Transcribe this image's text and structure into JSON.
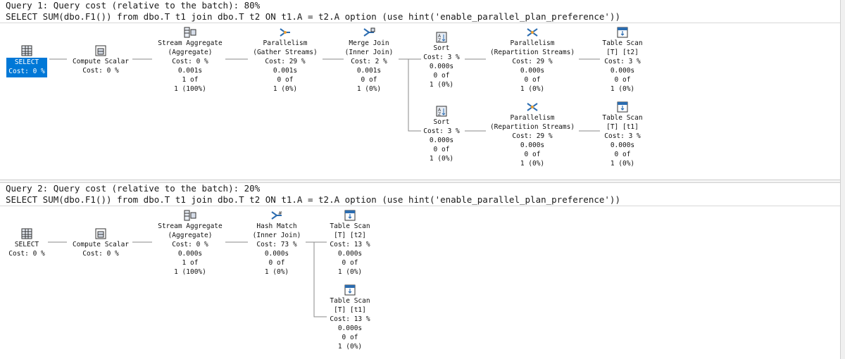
{
  "query1": {
    "header": "Query 1: Query cost (relative to the batch): 80%",
    "sql": "SELECT SUM(dbo.F1()) from dbo.T t1 join dbo.T t2 ON t1.A = t2.A option (use hint('enable_parallel_plan_preference'))",
    "nodes": {
      "select": {
        "lines": [
          "SELECT",
          "Cost: 0 %"
        ],
        "icon": "select-icon"
      },
      "compute": {
        "lines": [
          "Compute Scalar",
          "Cost: 0 %"
        ],
        "icon": "compute-scalar-icon"
      },
      "stream_agg": {
        "lines": [
          "Stream Aggregate",
          "(Aggregate)",
          "Cost: 0 %",
          "0.001s",
          "1 of",
          "1 (100%)"
        ],
        "icon": "stream-aggregate-icon"
      },
      "gather": {
        "lines": [
          "Parallelism",
          "(Gather Streams)",
          "Cost: 29 %",
          "0.001s",
          "0 of",
          "1 (0%)"
        ],
        "icon": "parallelism-icon"
      },
      "merge_join": {
        "lines": [
          "Merge Join",
          "(Inner Join)",
          "Cost: 2 %",
          "0.001s",
          "0 of",
          "1 (0%)"
        ],
        "icon": "merge-join-icon"
      },
      "sort1": {
        "lines": [
          "Sort",
          "Cost: 3 %",
          "0.000s",
          "0 of",
          "1 (0%)"
        ],
        "icon": "sort-icon"
      },
      "repart1": {
        "lines": [
          "Parallelism",
          "(Repartition Streams)",
          "Cost: 29 %",
          "0.000s",
          "0 of",
          "1 (0%)"
        ],
        "icon": "parallelism-icon"
      },
      "scan_t2": {
        "lines": [
          "Table Scan",
          "[T] [t2]",
          "Cost: 3 %",
          "0.000s",
          "0 of",
          "1 (0%)"
        ],
        "icon": "table-scan-icon"
      },
      "sort2": {
        "lines": [
          "Sort",
          "Cost: 3 %",
          "0.000s",
          "0 of",
          "1 (0%)"
        ],
        "icon": "sort-icon"
      },
      "repart2": {
        "lines": [
          "Parallelism",
          "(Repartition Streams)",
          "Cost: 29 %",
          "0.000s",
          "0 of",
          "1 (0%)"
        ],
        "icon": "parallelism-icon"
      },
      "scan_t1": {
        "lines": [
          "Table Scan",
          "[T] [t1]",
          "Cost: 3 %",
          "0.000s",
          "0 of",
          "1 (0%)"
        ],
        "icon": "table-scan-icon"
      }
    }
  },
  "query2": {
    "header": "Query 2: Query cost (relative to the batch): 20%",
    "sql": "SELECT SUM(dbo.F1()) from dbo.T t1 join dbo.T t2 ON t1.A = t2.A option (use hint('enable_parallel_plan_preference'))",
    "nodes": {
      "select": {
        "lines": [
          "SELECT",
          "Cost: 0 %"
        ],
        "icon": "select-icon"
      },
      "compute": {
        "lines": [
          "Compute Scalar",
          "Cost: 0 %"
        ],
        "icon": "compute-scalar-icon"
      },
      "stream_agg": {
        "lines": [
          "Stream Aggregate",
          "(Aggregate)",
          "Cost: 0 %",
          "0.000s",
          "1 of",
          "1 (100%)"
        ],
        "icon": "stream-aggregate-icon"
      },
      "hash_match": {
        "lines": [
          "Hash Match",
          "(Inner Join)",
          "Cost: 73 %",
          "0.000s",
          "0 of",
          "1 (0%)"
        ],
        "icon": "hash-match-icon"
      },
      "scan_t2": {
        "lines": [
          "Table Scan",
          "[T] [t2]",
          "Cost: 13 %",
          "0.000s",
          "0 of",
          "1 (0%)"
        ],
        "icon": "table-scan-icon"
      },
      "scan_t1": {
        "lines": [
          "Table Scan",
          "[T] [t1]",
          "Cost: 13 %",
          "0.000s",
          "0 of",
          "1 (0%)"
        ],
        "icon": "table-scan-icon"
      }
    }
  },
  "colors": {
    "selection": "#0078d7",
    "edge": "#8a8a8a",
    "icon_blue": "#2b6cb0"
  }
}
